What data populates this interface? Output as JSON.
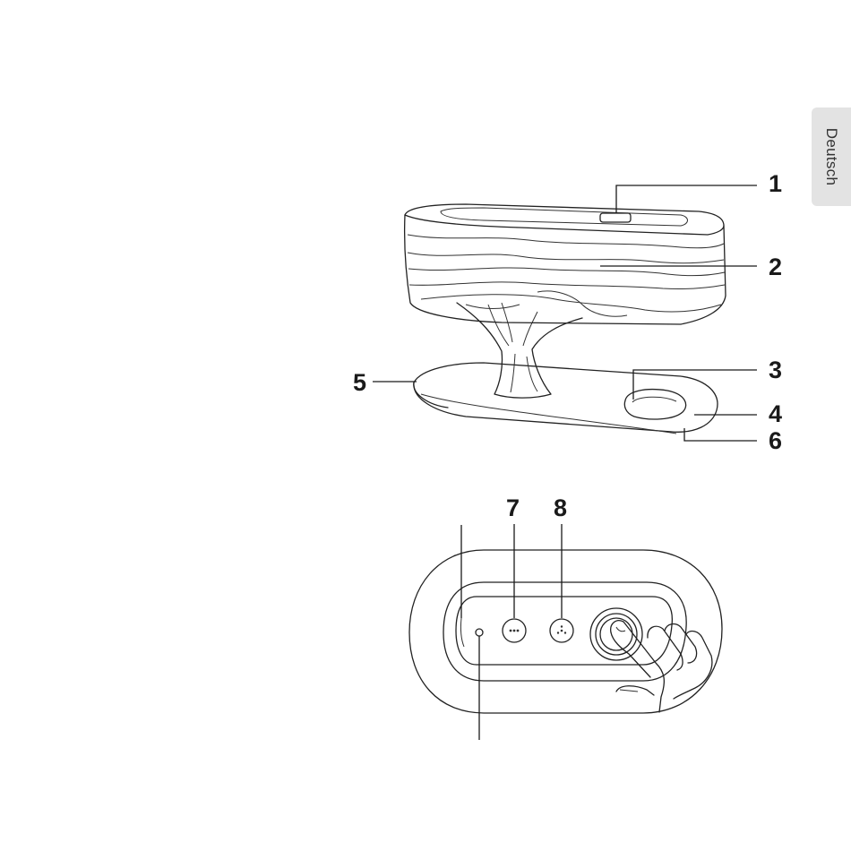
{
  "language_tab": "Deutsch",
  "callouts": {
    "c1": "1",
    "c2": "2",
    "c3": "3",
    "c4": "4",
    "c5": "5",
    "c6": "6",
    "c7": "7",
    "c8": "8"
  },
  "icons": {
    "button7": "wave-dots-icon",
    "button8": "fan-icon",
    "dial": "touch-dial-icon",
    "indicator": "indicator-led-icon"
  }
}
